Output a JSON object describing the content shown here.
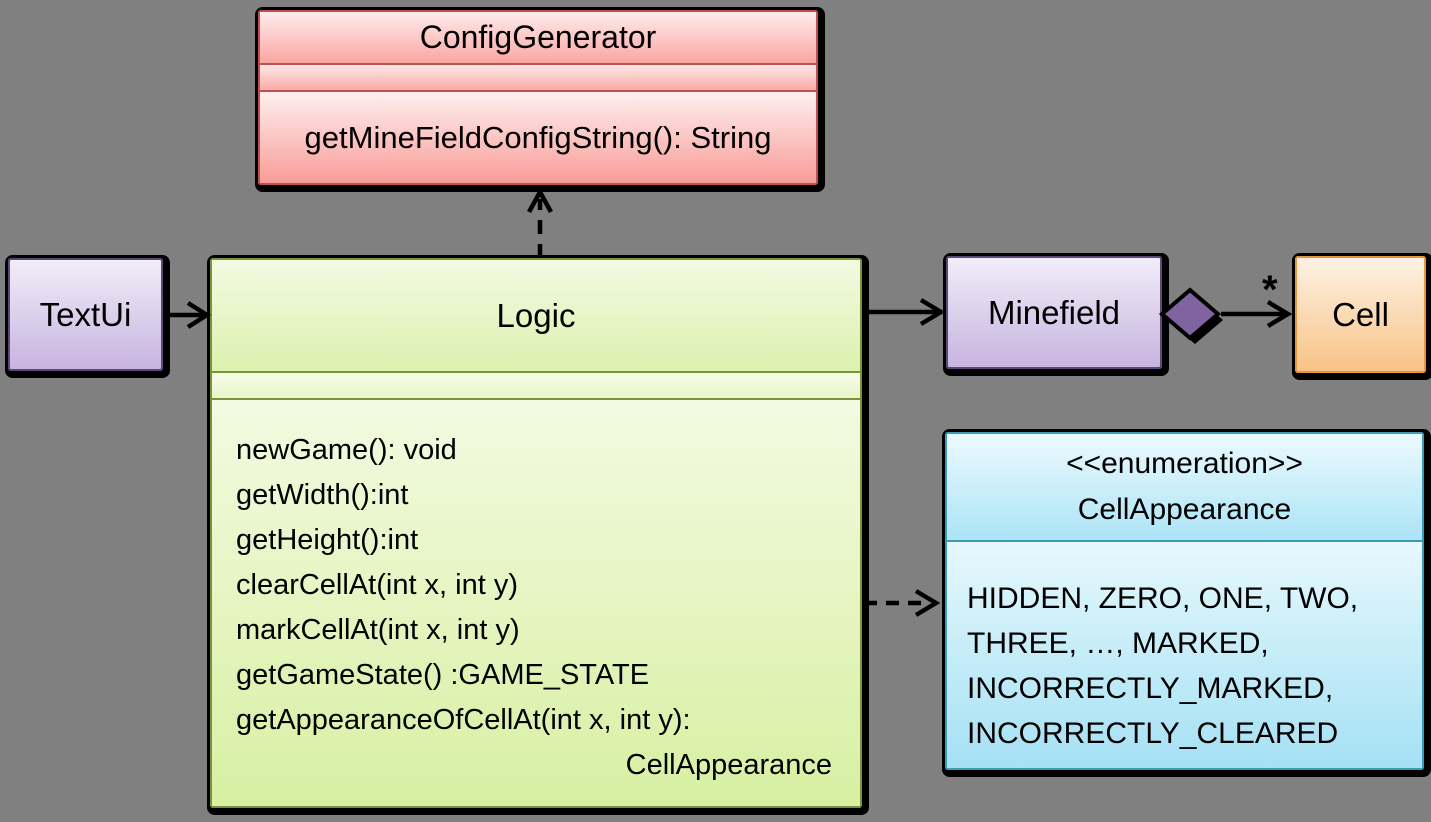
{
  "background_color": "#808080",
  "classes": {
    "config_generator": {
      "name": "ConfigGenerator",
      "method": "getMineFieldConfigString(): String",
      "border_color": "#C0504D"
    },
    "text_ui": {
      "name": "TextUi",
      "border_color": "#5D4777"
    },
    "logic": {
      "name": "Logic",
      "methods": [
        "newGame(): void",
        "getWidth():int",
        "getHeight():int",
        "clearCellAt(int x, int y)",
        "markCellAt(int x, int y)",
        "getGameState() :GAME_STATE",
        "getAppearanceOfCellAt(int x, int y):"
      ],
      "method_continuation": "CellAppearance",
      "border_color": "#7A923C"
    },
    "minefield": {
      "name": "Minefield",
      "border_color": "#5D4777"
    },
    "cell": {
      "name": "Cell",
      "border_color": "#E8953F"
    },
    "cell_appearance": {
      "stereotype": "<<enumeration>>",
      "name": "CellAppearance",
      "values": [
        "HIDDEN, ZERO, ONE, TWO,",
        "THREE, …, MARKED,",
        "INCORRECTLY_MARKED,",
        "INCORRECTLY_CLEARED"
      ],
      "border_color": "#3C9CB8"
    }
  },
  "relations": {
    "minefield_cell_multiplicity": "*",
    "diamond_fill": "#8064A2",
    "connector_color": "#000000"
  }
}
